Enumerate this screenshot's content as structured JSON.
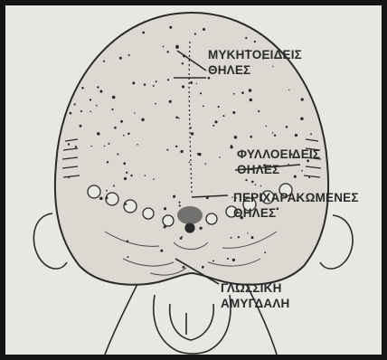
{
  "labels": {
    "fungiform": {
      "line1": "ΜΥΚΗΤΟΕΙΔΕΙΣ",
      "line2": "ΘΗΛΕΣ"
    },
    "foliate": {
      "line1": "ΦΥΛΛΟΕΙΔΕΙΣ",
      "line2": "ΘΗΛΕΣ"
    },
    "circumvallate": {
      "line1": "ΠΕΡΙΧΑΡΑΚΩΜΕΝΕΣ",
      "line2": "ΘΗΛΕΣ"
    },
    "lingual_tonsil": {
      "line1": "ΓΛΩΣΣΙΚΗ",
      "line2": "ΑΜΥΓΔΑΛΗ"
    }
  },
  "colors": {
    "border": "#151515",
    "background": "#e9e7e3",
    "ink": "#2a2a2a"
  }
}
